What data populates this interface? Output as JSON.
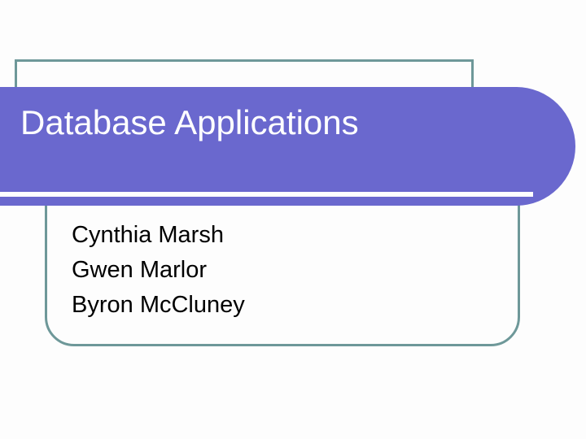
{
  "slide": {
    "title": "Database Applications",
    "authors": [
      "Cynthia Marsh",
      "Gwen Marlor",
      "Byron McCluney"
    ]
  },
  "colors": {
    "title_bar": "#6a68ce",
    "frame_border": "#6e9899",
    "title_text": "#ffffff",
    "subtitle_text": "#000000",
    "background": "#fdfdfd",
    "underline": "#ffffff"
  }
}
